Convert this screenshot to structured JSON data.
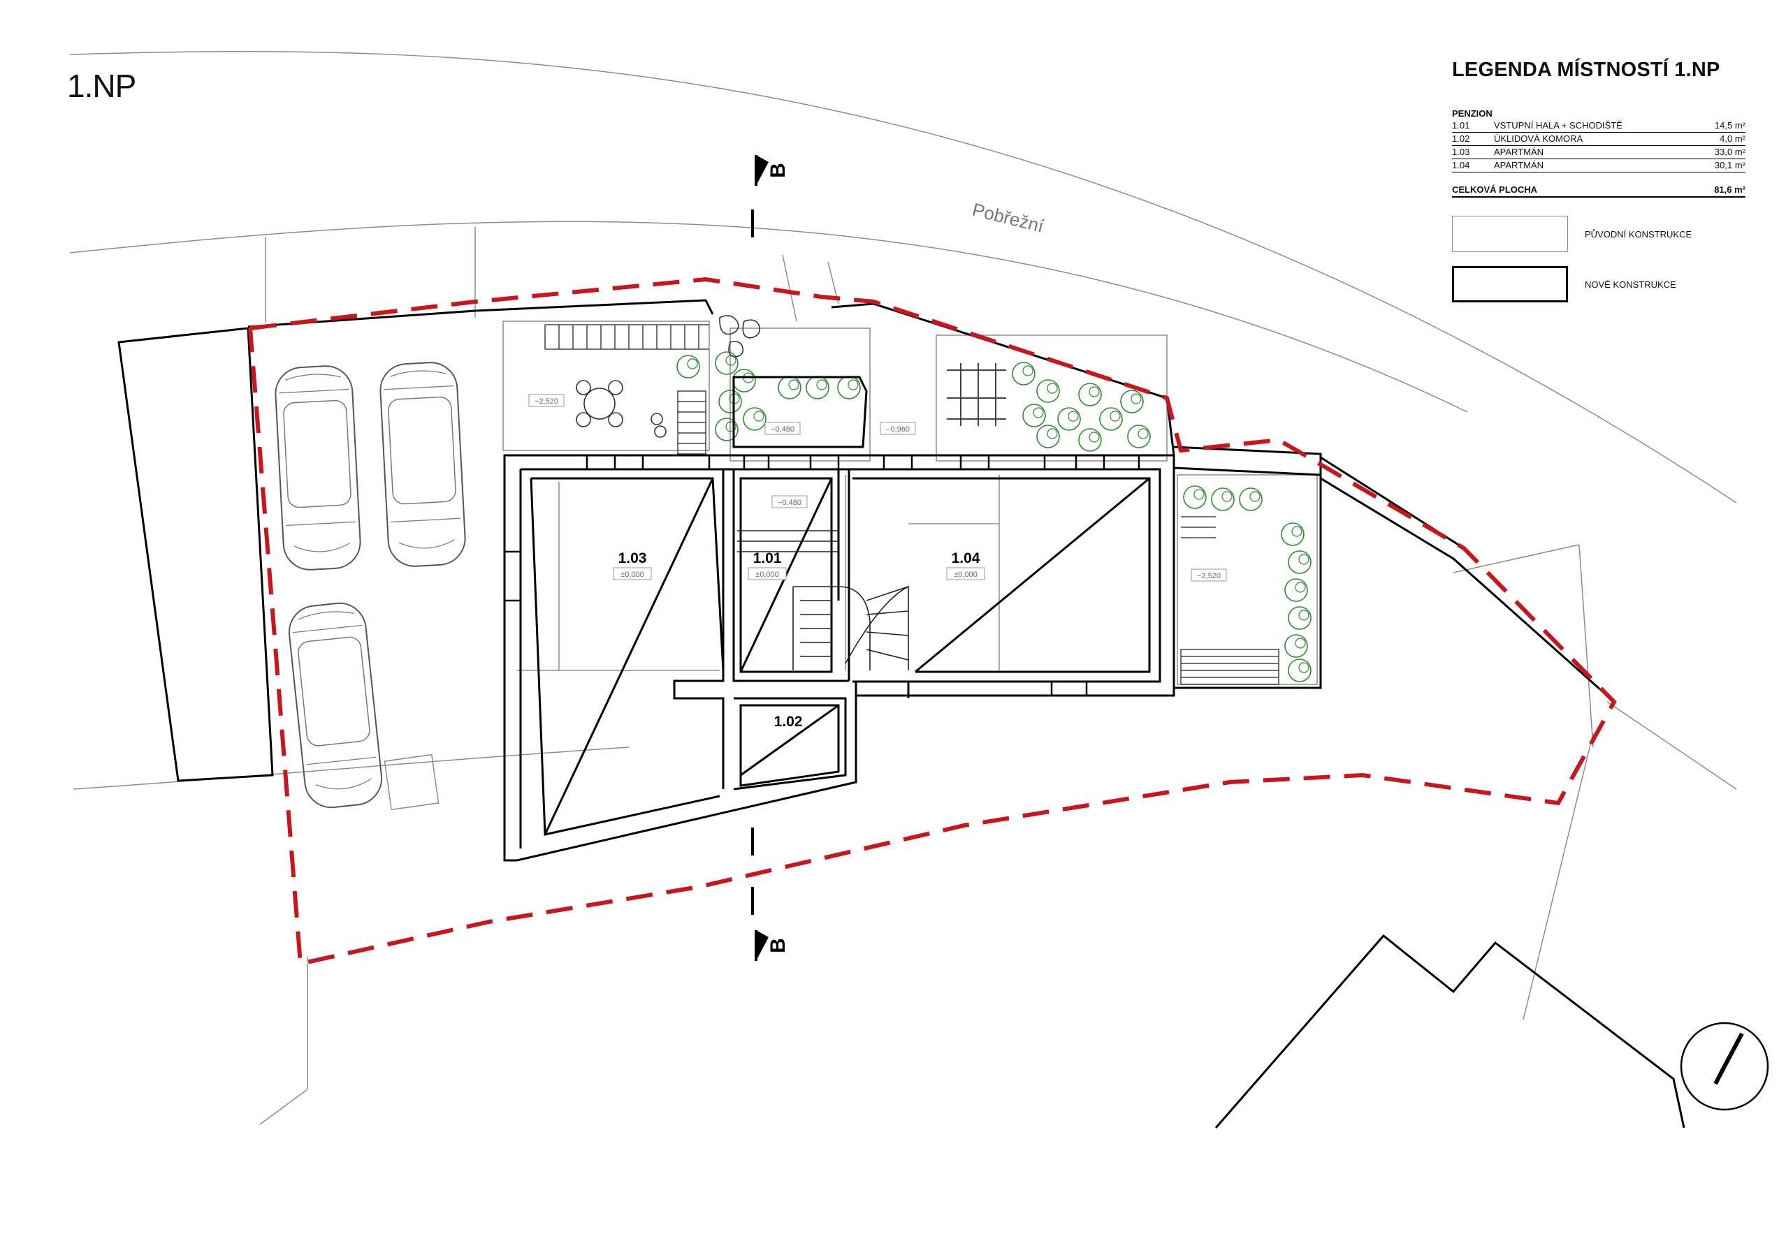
{
  "sheet": {
    "title": "1.NP"
  },
  "legend": {
    "title": "LEGENDA MÍSTNOSTÍ 1.NP",
    "section": "PENZION",
    "rooms": [
      {
        "number": "1.01",
        "name": "VSTUPNÍ HALA + SCHODIŠTĚ",
        "area": "14,5 m²"
      },
      {
        "number": "1.02",
        "name": "ÚKLIDOVÁ KOMORA",
        "area": "4,0 m²"
      },
      {
        "number": "1.03",
        "name": "APARTMÁN",
        "area": "33,0 m²"
      },
      {
        "number": "1.04",
        "name": "APARTMÁN",
        "area": "30,1 m²"
      }
    ],
    "total_label": "CELKOVÁ PLOCHA",
    "total_area": "81,6 m²",
    "key_original": "PŮVODNÍ KONSTRUKCE",
    "key_new": "NOVÉ KONSTRUKCE"
  },
  "plan": {
    "street_name": "Pobřežní",
    "section_mark": "B",
    "rooms": {
      "r103": {
        "number": "1.03",
        "level": "±0,000"
      },
      "r101": {
        "number": "1.01",
        "level": "±0,000"
      },
      "r104": {
        "number": "1.04",
        "level": "±0,000"
      },
      "r102": {
        "number": "1.02"
      }
    },
    "levels": {
      "terrace_left": "−2,520",
      "garden_mid": "−0,480",
      "entry": "−0,480",
      "path_right": "−0,960",
      "terrace_right": "−2,520"
    }
  },
  "colors": {
    "plot_boundary": "#c8161d",
    "new_construction": "#000000",
    "original_construction": "#8c8c8c",
    "vegetation": "#2e8b2e"
  }
}
